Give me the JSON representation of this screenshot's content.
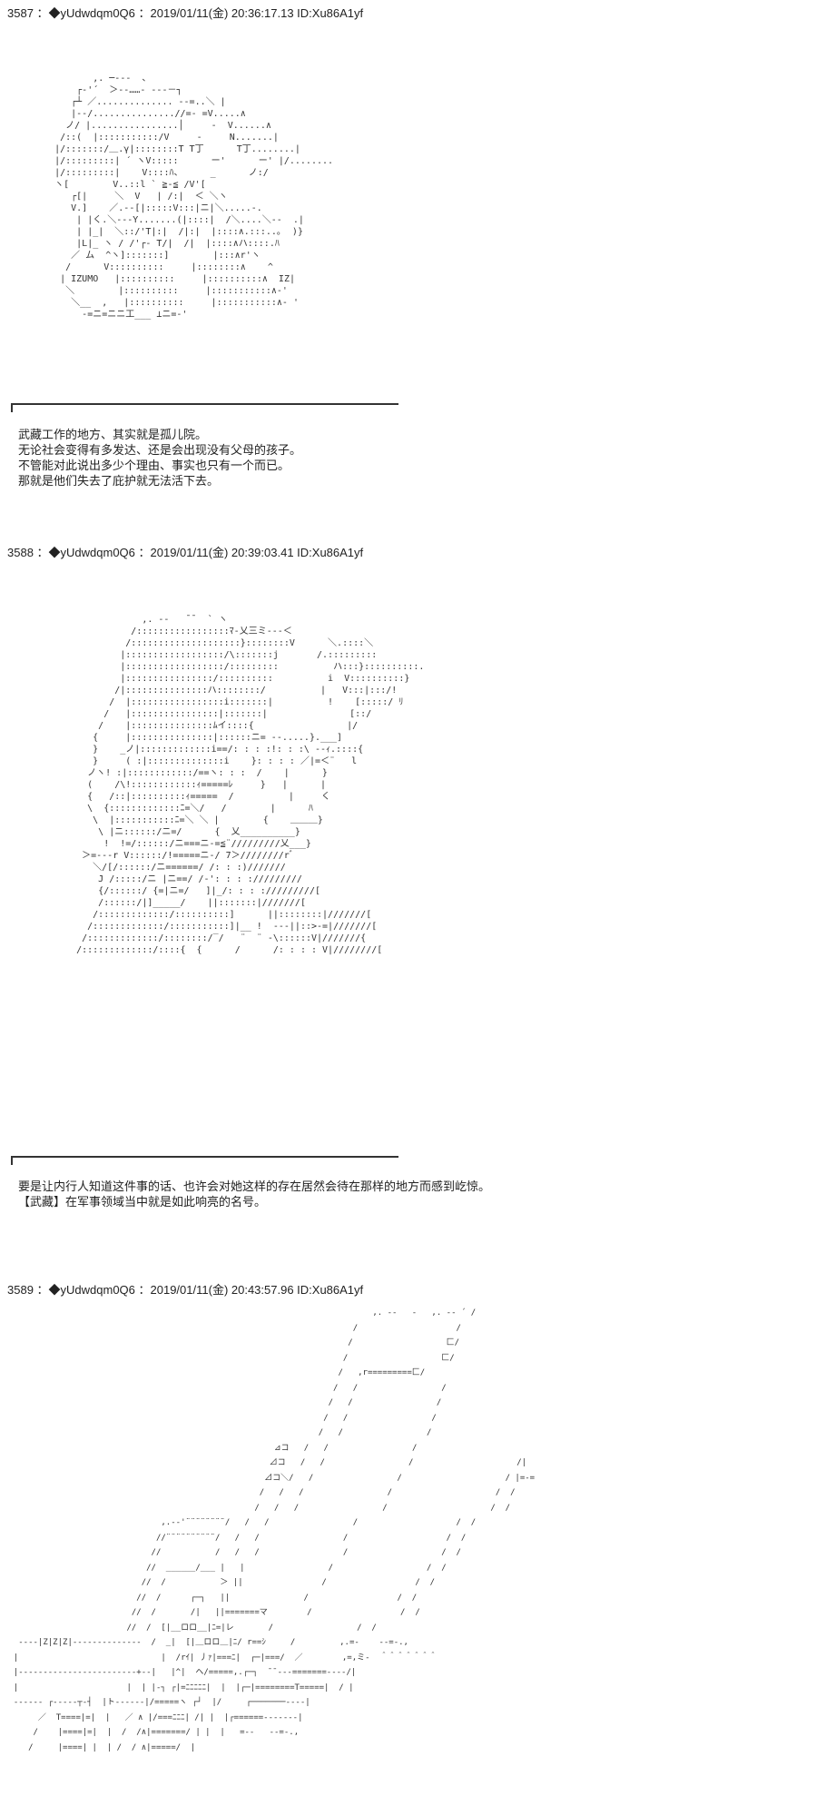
{
  "posts": [
    {
      "header": "3587 ：◆yUdwdqm0Q6 ：2019/01/11(金) 20:36:17.13 ID:Xu86A1yf",
      "art": "           ,. ─‐--  、\n        ┌‐'´  ＞-‐……‐ ‐‐-－┐\n       ┌┴ ／.............. ‐-=..＼ |\n       |-‐/...............//=- =V.....∧\n      ノ/ |................│     -  V......∧\n     /::(  |:::::::::::/V     -     N.......|\n    |/:::::::/＿.γ|::::::::T T丁      T丁........|\n    |/:::::::::| ´ ヽV:::::      ー'      ー' |/........\n    |/:::::::::|    V::::ﾊ、     _      ノ:/\n    ヽ[        V..::l ` ≧-≦ /V'[\n       ┌[|     ＼  V   | /:|  ＜ ＼ヽ\n       V.]    ／.--[|:::::V:::|ニ|＼.....‐. \n        | |く.＼-‐‐Y.......(|::::|  /＼....＼--  .|\n        | |_|  ＼::/'T|:|  /|:|  |::::∧.:::..｡  )}\n        |L|_ ヽ / /'┌- T/|  /|  |::::∧ハ::::.ﾊ\n       ／ ム  ^ヽ]:::::::]        |:::∧r'ヽ  \n      /      V::::::::::     |::::::::∧    ^\n     | IZUMO   |::::::::::     |::::::::::∧  IZ|\n      ＼        |::::::::::     |:::::::::::∧‐'\n       ＼__  ,   |::::::::::     |:::::::::::∧- '\n         ‐=ニ=ニニ工___ ⊥ニ=‐'",
      "caption": [
        "武藏工作的地方、其实就是孤儿院。",
        "无论社会变得有多发达、还是会出现没有父母的孩子。",
        "不管能对此说出多少个理由、事实也只有一个而已。",
        "那就是他们失去了庇护就无法活下去。"
      ]
    },
    {
      "header": "3588 ：◆yUdwdqm0Q6 ：2019/01/11(金) 20:39:03.41 ID:Xu86A1yf",
      "art": "                 ,. -‐   ̄ ̄   ` ヽ\n               /:::::::::::::::::ﾏ-乂三ミ--‐＜\n              /::::::::::::::::::::}::::::::V      ＼.::::＼\n             |::::::::::::::::::/\\:::::::j       /.:::::::::\n             |::::::::::::::::::/:::::::::          ハ:::}::::::::::.\n             |::::::::::::::::/::::::::::          i  V::::::::::}\n            /|:::::::::::::::ハ::::::::/          |   V:::|:::/!\n           /  |:::::::::::::::::i:::::::|          !    [:::::/ ﾘ\n          /   |::::::::::::::::|:::::::|               [::/\n         /    |:::::::::::::::ﾑイ::::{                 |/\n        {     |:::::::::::::::|::::::ニ= --.....}.___]\n        }    _ノ|:::::::::::::i==/: : : :!: : :\\ ‐-ｨ.::::{\n        }     ( :|::::::::::::::i    }: : : : ／|=＜¨   l\n       ノヽ! :|::::::::::::/==ヽ: : :  /    |      }\n       (    /\\!::::::::::::ｨ=====ﾚ     }   |      |\n       {   /::|::::::::::ｨ=====  /          |     く\n       \\  {:::::::::::::ﾆ=＼/   /        |      ﾊ\n        \\  |:::::::::::ﾆ=＼ ＼ |        {    ＿＿＿}\n         \\ |ニ::::::/ニ=/      {  乂__________}\n          !  !=/::::::/ニ===ニ-=≦¨/////////乂___}\n      ＞=---r V::::::/!=====ニ-/ 7＞////////rﾞ\n        ＼/[/::::::/ニ======/ /: : :)///////\n         J /:::::/ニ |ニ==/ /-': : : ://///////\n         {/::::::/ {=|ニ=/   ]|_/: : : ://///////[\n         /::::::/|]_____/    ||:::::::|///////[\n        /:::::::::::::/::::::::::]      ||::::::::|///////[\n       /:::::::::::::/:::::::::::]|__ !  ‐--||::>-=|///////[\n      /:::::::::::::/::::::::/‾/   ¨  ¨ ‐\\::::::V|///////{\n     /:::::::::::::/::::{  {      /      /: : : : V|////////[",
      "caption": [
        "要是让内行人知道这件事的话、也许会对她这样的存在居然会待在那样的地方而感到屹惊。",
        "【武藏】在军事领域当中就是如此响亮的名号。"
      ]
    },
    {
      "header": "3589 ：◆yUdwdqm0Q6 ：2019/01/11(金) 20:43:57.96 ID:Xu86A1yf",
      "art": "                                                                           ,. -‐   ‐   ,. -‐ ´ /\n                                                                       /                    /\n                                                                      /                   匚/\n                                                                     /                   匚/\n                                                                    /   ,r=========匚/\n                                                                   /   /                 /\n                                                                  /   /                 /\n                                                                 /   /                 /\n                                                                /   /                 /\n                                                       ⊿コ   /   /                 /\n                                                      ⊿コ   /   /                 /                     /|\n                                                     ⊿コ＼/   /                 /                     / |=‐=\n                                                    /   /   /                 /                     /  /\n                                                   /   /   /                 /                     /  /\n                                ,.-‐'¨¨¨¨¨¨¨¨/   /   /                 /                    /  /\n                               //¨¨¨¨¨¨¨¨¨¨/   /   /                 /                    /  /\n                              //           /   /   /                 /                   /  /\n                             //  ______/___ |   |                 /                   /  /\n                            //  /           ＞ ||                /                  /  /\n                           //  /      ┌─┐   ||               /                  /  /\n                          //  /       /|   ||=======マ        /                  /  /\n                         //  /  [|__ロロ__|ﾆ=|レ       /                 /  /\n   -‐‐‐|Z|Z|Z|‐‐‐‐‐‐‐‐‐‐‐‐‐‐  /  _|  [|＿ロロ＿|ﾆ/ r==ｼ     /         ,.=-    ‐-=‐.,\n  |                             |  /rｲ| 丿ｧ|===ﾆ|  ┌─|===/  ／        ,=,ミ‐  ＾＾＾＾＾＾＾\n  |‐‐‐‐‐‐‐‐‐‐‐‐‐‐‐‐‐‐‐‐‐‐‐-+‐‐|   |^|  ヘ/=====,.┌─┐  ̄ ̄ ‐‐-=======-‐‐‐/|\n  |                      |  | |‐┐ ┌|=ﾆﾆﾆﾆﾆ|  |  |┌─|========T=====|  / |\n  ‐‐‐‐‐‐ ┌‐‐‐‐‐┬‐┤  |ト‐‐‐‐‐‐|/=====ヽ ┌┘  |/     ┌───────‐‐‐‐|\n       ／  T====|=|  |   ／ ∧ |/===ﾆﾆﾆ| /| |  |┌======‐‐‐‐‐‐‐|\n      /    |====|=|  |  /  /∧|=======/ | |  |   =‐‐   ‐-=‐.,\n     /     |====| |  | /  / ∧|=====/  |"
    }
  ]
}
